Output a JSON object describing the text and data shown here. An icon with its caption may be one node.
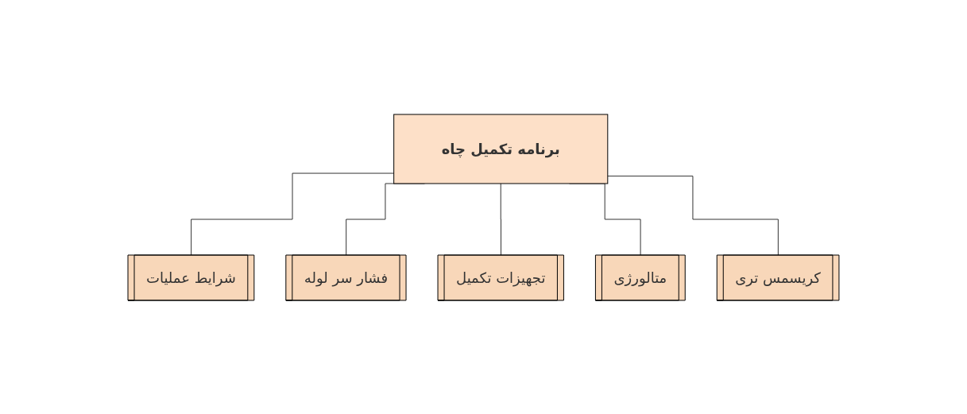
{
  "diagram": {
    "nodes": [
      {
        "text": [
          "برنامه تکمیل چاه"
        ]
      },
      {
        "text": [
          "شرایط عملیات"
        ]
      },
      {
        "text": [
          "فشار سر لوله"
        ]
      },
      {
        "text": [
          "تجهیزات تکمیل"
        ]
      },
      {
        "text": [
          "متالورژی"
        ]
      },
      {
        "text": [
          "کریسمس تری"
        ]
      }
    ],
    "edges": [
      {
        "from": 0,
        "to": 1,
        "arrow": "none"
      },
      {
        "from": 0,
        "to": 2,
        "arrow": "none"
      },
      {
        "from": 0,
        "to": 3,
        "arrow": "none"
      },
      {
        "from": 0,
        "to": 4,
        "arrow": "none"
      },
      {
        "from": 0,
        "to": 5,
        "arrow": "none"
      }
    ]
  }
}
